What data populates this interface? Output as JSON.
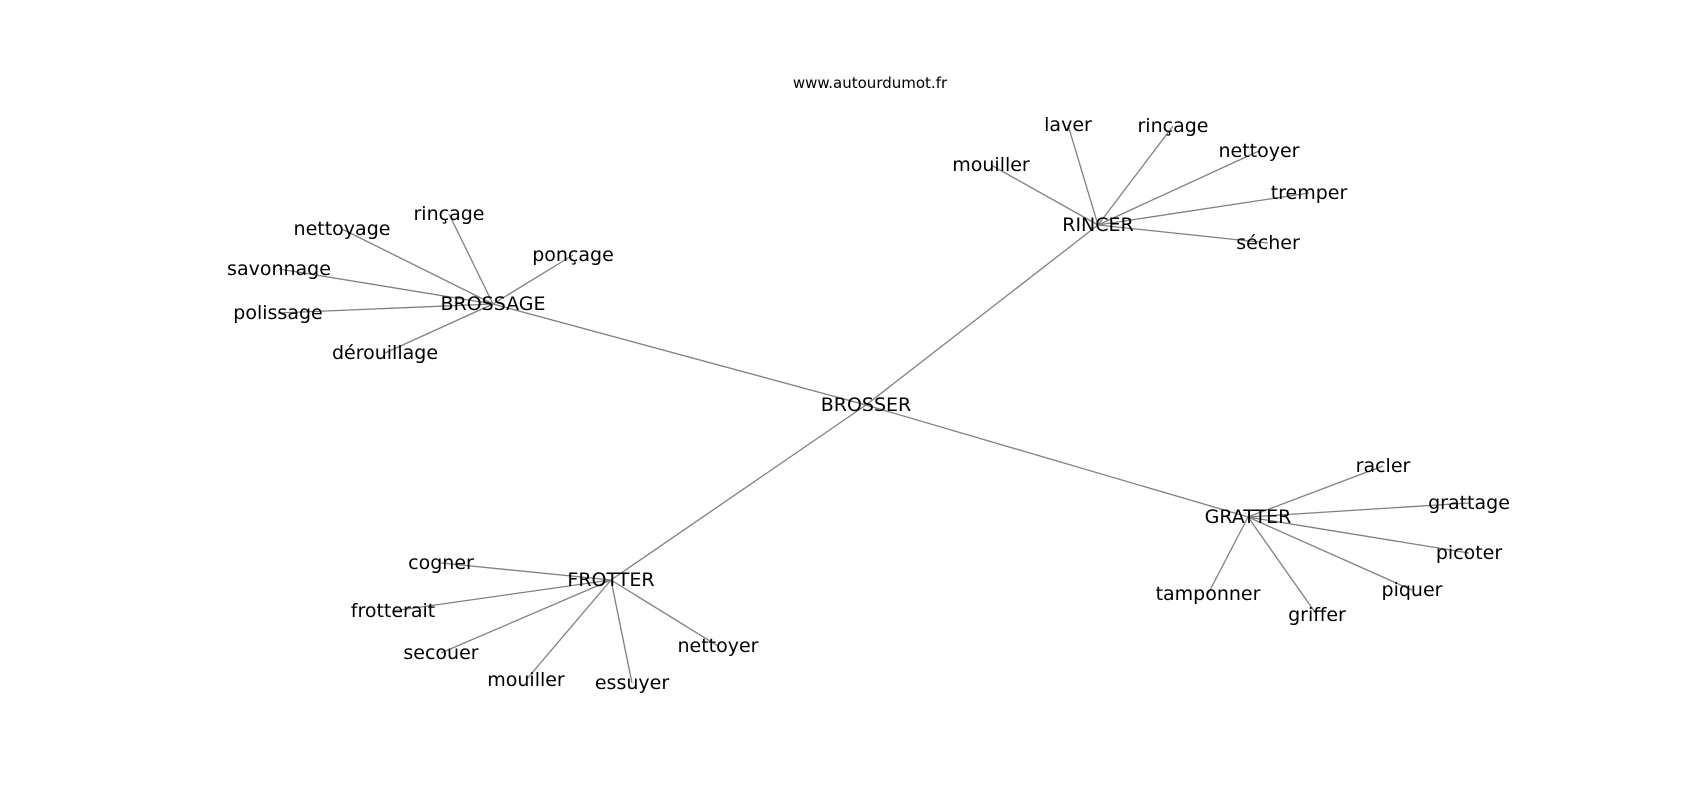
{
  "source": "www.autourdumot.fr",
  "center": "BROSSER",
  "clusters": [
    {
      "id": "brossage",
      "label": "BROSSAGE",
      "words": [
        "rinçage",
        "nettoyage",
        "savonnage",
        "ponçage",
        "polissage",
        "dérouillage"
      ]
    },
    {
      "id": "rincer",
      "label": "RINCER",
      "words": [
        "laver",
        "rinçage",
        "mouiller",
        "nettoyer",
        "tremper",
        "sécher"
      ]
    },
    {
      "id": "gratter",
      "label": "GRATTER",
      "words": [
        "racler",
        "grattage",
        "picoter",
        "piquer",
        "griffer",
        "tamponner"
      ]
    },
    {
      "id": "frotter",
      "label": "FROTTER",
      "words": [
        "cogner",
        "frotterait",
        "secouer",
        "mouiller",
        "essuyer",
        "nettoyer"
      ]
    }
  ]
}
